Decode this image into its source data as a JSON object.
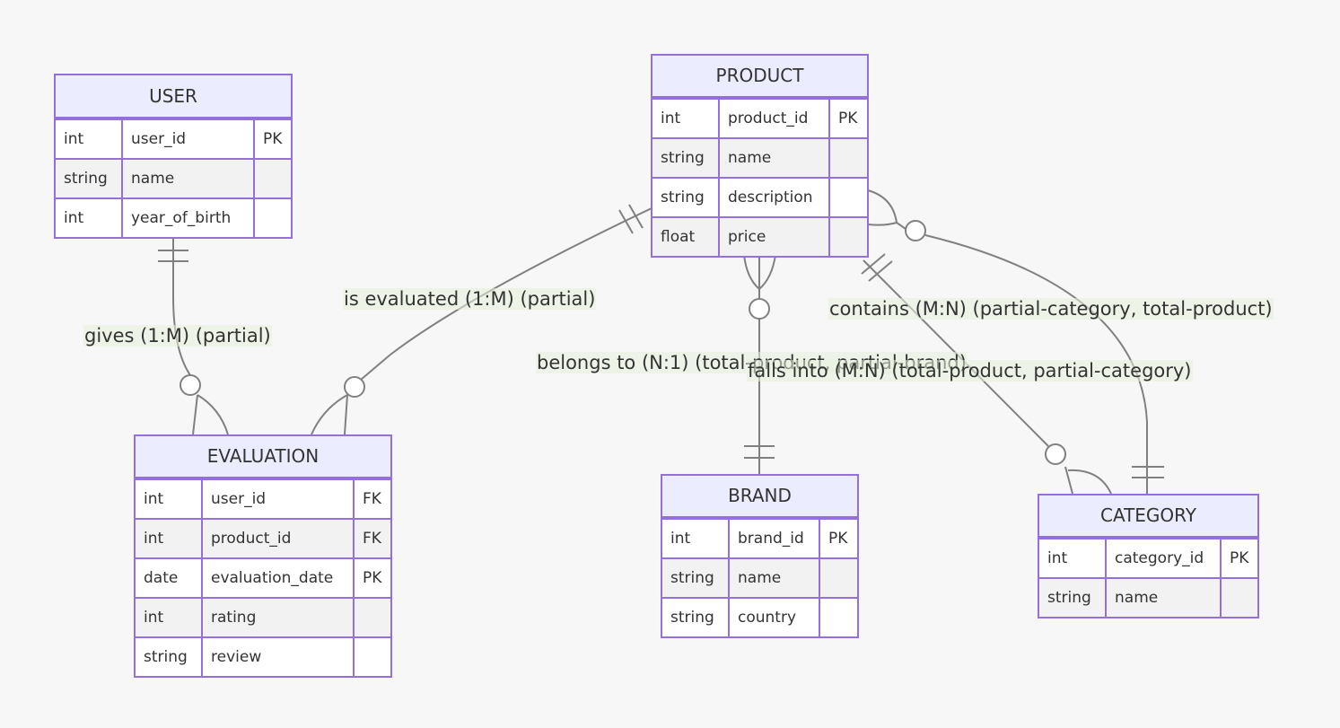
{
  "entities": {
    "user": {
      "title": "USER",
      "rows": [
        {
          "type": "int",
          "name": "user_id",
          "key": "PK"
        },
        {
          "type": "string",
          "name": "name",
          "key": ""
        },
        {
          "type": "int",
          "name": "year_of_birth",
          "key": ""
        }
      ]
    },
    "product": {
      "title": "PRODUCT",
      "rows": [
        {
          "type": "int",
          "name": "product_id",
          "key": "PK"
        },
        {
          "type": "string",
          "name": "name",
          "key": ""
        },
        {
          "type": "string",
          "name": "description",
          "key": ""
        },
        {
          "type": "float",
          "name": "price",
          "key": ""
        }
      ]
    },
    "evaluation": {
      "title": "EVALUATION",
      "rows": [
        {
          "type": "int",
          "name": "user_id",
          "key": "FK"
        },
        {
          "type": "int",
          "name": "product_id",
          "key": "FK"
        },
        {
          "type": "date",
          "name": "evaluation_date",
          "key": "PK"
        },
        {
          "type": "int",
          "name": "rating",
          "key": ""
        },
        {
          "type": "string",
          "name": "review",
          "key": ""
        }
      ]
    },
    "brand": {
      "title": "BRAND",
      "rows": [
        {
          "type": "int",
          "name": "brand_id",
          "key": "PK"
        },
        {
          "type": "string",
          "name": "name",
          "key": ""
        },
        {
          "type": "string",
          "name": "country",
          "key": ""
        }
      ]
    },
    "category": {
      "title": "CATEGORY",
      "rows": [
        {
          "type": "int",
          "name": "category_id",
          "key": "PK"
        },
        {
          "type": "string",
          "name": "name",
          "key": ""
        }
      ]
    }
  },
  "relationships": {
    "gives": "gives (1:M) (partial)",
    "is_evaluated": "is evaluated (1:M) (partial)",
    "belongs_to": "belongs to (N:1) (total-product, partial-brand)",
    "falls_into": "falls into (M:N) (total-product, partial-category)",
    "contains": "contains (M:N) (partial-category, total-product)"
  },
  "colors": {
    "border": "#9370db",
    "header_fill": "#ececff",
    "line": "#808080",
    "label_bg": "#e8f0dc"
  }
}
